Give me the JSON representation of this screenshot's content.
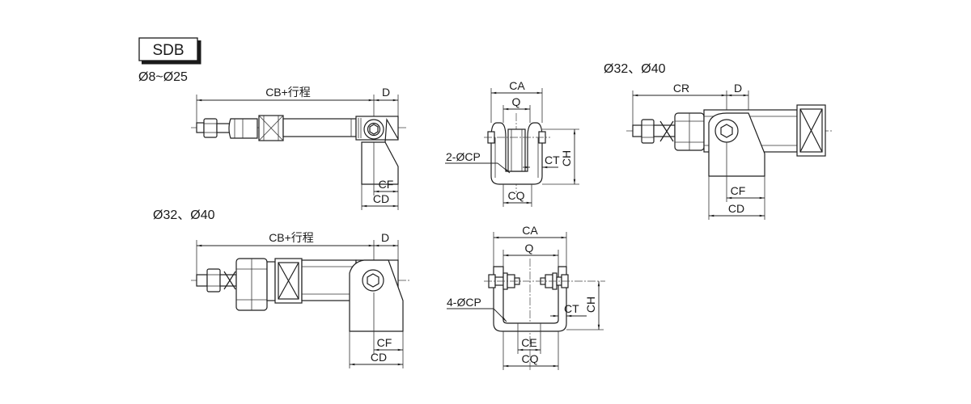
{
  "figure": {
    "series_label": "SDB",
    "small_bore_label": "Ø8~Ø25",
    "large_bore_label_top": "Ø32、Ø40",
    "large_bore_label_bottom": "Ø32、Ø40"
  },
  "views": {
    "small_side": {
      "length_label": "CB+行程",
      "d_label": "D",
      "cf_label": "CF",
      "cd_label": "CD"
    },
    "small_front": {
      "ca_label": "CA",
      "q_label": "Q",
      "cp_label": "2-ØCP",
      "ct_label": "CT",
      "ch_label": "CH",
      "cq_label": "CQ"
    },
    "large_side_top": {
      "cr_label": "CR",
      "d_label": "D",
      "cf_label": "CF",
      "cd_label": "CD"
    },
    "large_side_bottom": {
      "length_label": "CB+行程",
      "d_label": "D",
      "cf_label": "CF",
      "cd_label": "CD"
    },
    "large_front": {
      "ca_label": "CA",
      "q_label": "Q",
      "cp_label": "4-ØCP",
      "ct_label": "CT",
      "ch_label": "CH",
      "ce_label": "CE",
      "cq_label": "CQ"
    }
  }
}
